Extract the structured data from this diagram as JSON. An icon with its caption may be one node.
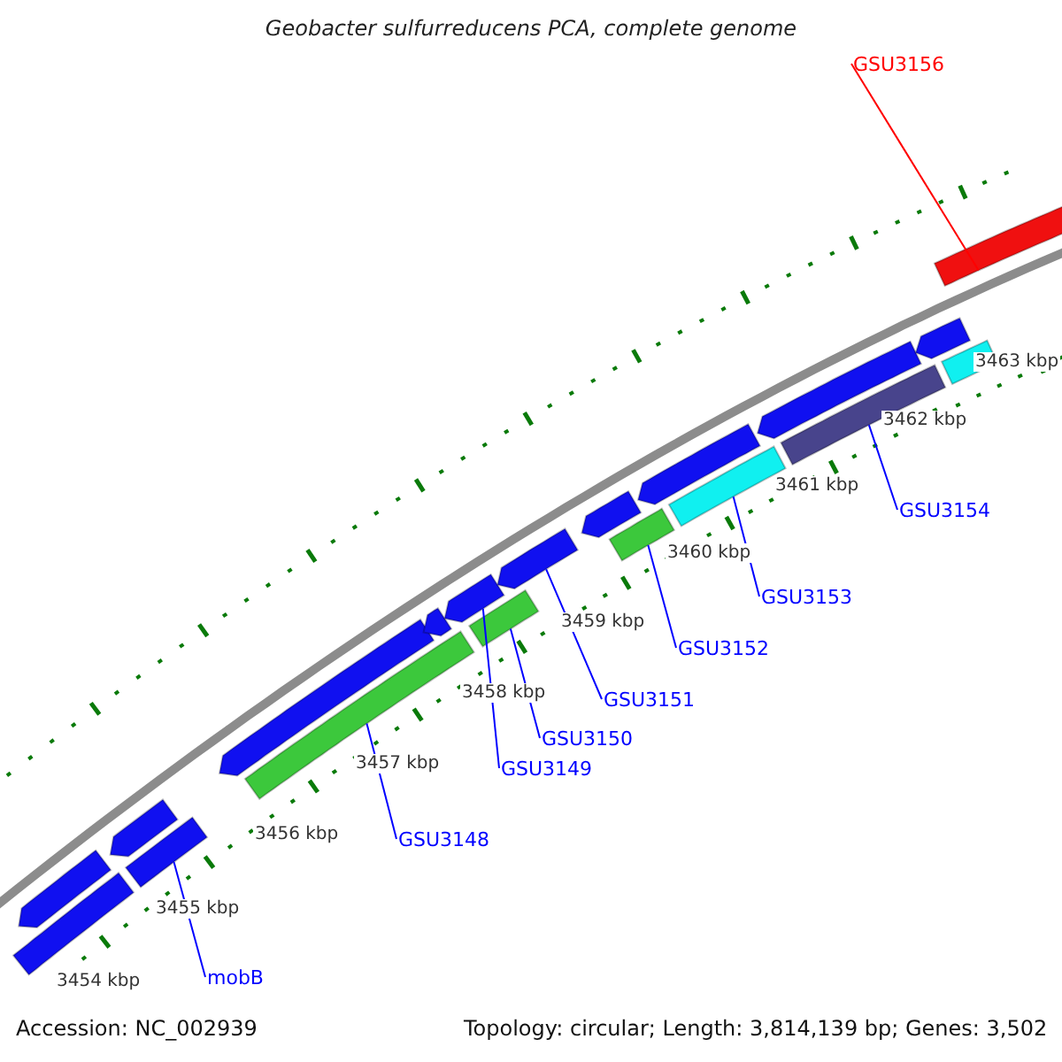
{
  "diagram": {
    "title": "Geobacter sulfurreducens PCA, complete genome",
    "nodes": [
      {
        "text": [
          "GSU3156"
        ]
      },
      {
        "text": [
          "GSU3154"
        ]
      },
      {
        "text": [
          "GSU3153"
        ]
      },
      {
        "text": [
          "GSU3152"
        ]
      },
      {
        "text": [
          "GSU3151"
        ]
      },
      {
        "text": [
          "GSU3150"
        ]
      },
      {
        "text": [
          "GSU3149"
        ]
      },
      {
        "text": [
          "GSU3148"
        ]
      },
      {
        "text": [
          "mobB"
        ]
      },
      {
        "text": [],
        "shape": "bar"
      },
      {
        "text": [],
        "shape": "bar"
      },
      {
        "text": [],
        "shape": "bar"
      },
      {
        "text": [],
        "shape": "bar"
      },
      {
        "text": [],
        "shape": "bar"
      },
      {
        "text": [],
        "shape": "bar"
      },
      {
        "text": [],
        "shape": "bar"
      },
      {
        "text": [],
        "shape": "bar"
      },
      {
        "text": [],
        "shape": "bar"
      },
      {
        "text": [],
        "shape": "bar"
      },
      {
        "text": [],
        "shape": "bar"
      },
      {
        "text": [],
        "shape": "bar"
      },
      {
        "text": [],
        "shape": "bar"
      },
      {
        "text": [],
        "shape": "bar"
      },
      {
        "text": [],
        "shape": "bar"
      },
      {
        "text": [],
        "shape": "bar"
      },
      {
        "text": [],
        "shape": "bar"
      },
      {
        "text": [],
        "shape": "bar"
      },
      {
        "text": [],
        "shape": "bar"
      }
    ],
    "edges": [
      {
        "from": 0,
        "to": 27,
        "arrow": "none",
        "color": "#ff0000"
      },
      {
        "from": 1,
        "to": 24,
        "arrow": "none"
      },
      {
        "from": 2,
        "to": 22,
        "arrow": "none"
      },
      {
        "from": 3,
        "to": 20,
        "arrow": "none"
      },
      {
        "from": 4,
        "to": 18,
        "arrow": "none"
      },
      {
        "from": 5,
        "to": 17,
        "arrow": "none"
      },
      {
        "from": 6,
        "to": 16,
        "arrow": "none"
      },
      {
        "from": 7,
        "to": 14,
        "arrow": "none"
      },
      {
        "from": 8,
        "to": 11,
        "arrow": "none"
      }
    ],
    "labels": [
      "3463 kbp",
      "3462 kbp",
      "3461 kbp",
      "3460 kbp",
      "3459 kbp",
      "3458 kbp",
      "3457 kbp",
      "3456 kbp",
      "3455 kbp",
      "3454 kbp",
      "Accession: NC_002939",
      "Topology: circular; Length: 3,814,139 bp; Genes: 3,502"
    ]
  }
}
